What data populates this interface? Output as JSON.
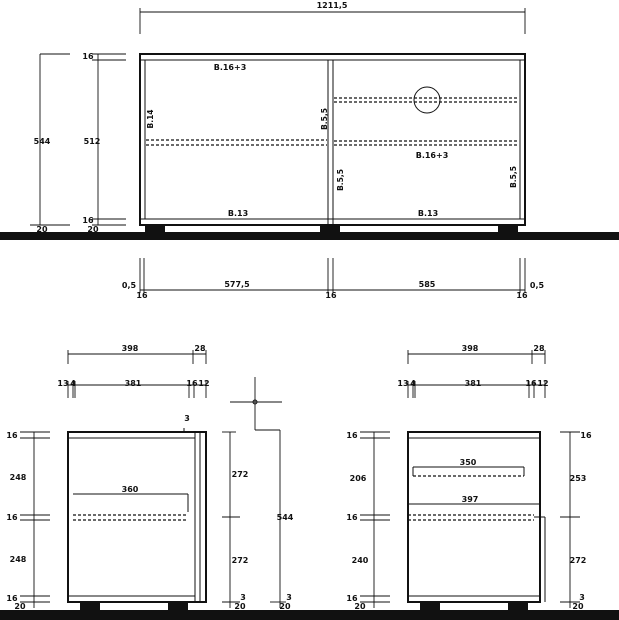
{
  "front_view": {
    "total_width": "1211,5",
    "height_outer": "544",
    "height_inner": "512",
    "top_board": "16",
    "bottom_board": "16",
    "base_left": "20",
    "base_right": "20",
    "shelf_left_top": "B.16+3",
    "shelf_right": "B.16+3",
    "side_left": "B.14",
    "divider": "B.5,5",
    "side_right_a": "B.5,5",
    "side_right_b": "B.5,5",
    "bottom_left": "B.13",
    "bottom_right": "B.13"
  },
  "width_dims": {
    "left_gap": "0,5",
    "right_gap": "0,5",
    "left_side": "16",
    "middle_side": "16",
    "right_side": "16",
    "left_width": "577,5",
    "right_width": "585"
  },
  "left_section": {
    "depth_total": "398",
    "depth_back": "28",
    "d1": "13",
    "d2": "4",
    "d_inner": "381",
    "d3": "16",
    "d4": "12",
    "top_offset": "3",
    "top": "16",
    "upper": "248",
    "mid": "16",
    "lower": "248",
    "bottom": "16",
    "base": "20",
    "shelf_depth": "360",
    "r_upper": "272",
    "r_lower": "272",
    "r_total": "544",
    "r_bottom": "3",
    "r_base": "20"
  },
  "right_section": {
    "depth_total": "398",
    "depth_back": "28",
    "d1": "13",
    "d2": "4",
    "d_inner": "381",
    "d3": "16",
    "d4": "12",
    "top_left": "16",
    "top_right": "16",
    "upper": "206",
    "mid": "16",
    "lower": "240",
    "bottom": "16",
    "base": "20",
    "drawer": "350",
    "shelf_depth": "397",
    "r_upper": "253",
    "r_lower": "272",
    "r_bottom": "3",
    "r_base": "20"
  }
}
